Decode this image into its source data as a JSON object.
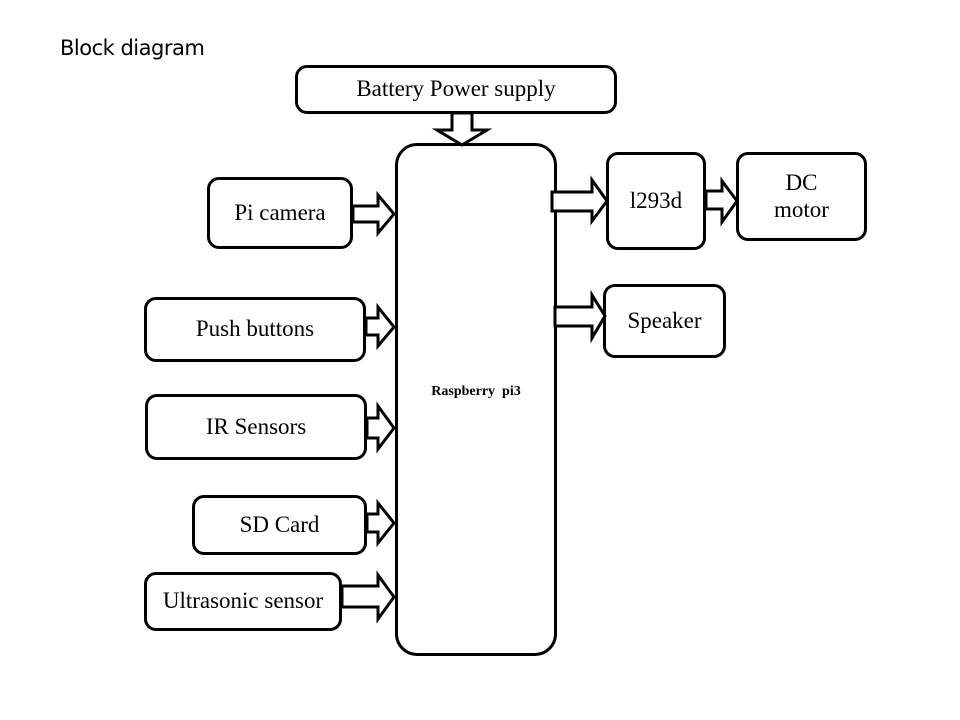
{
  "title": "Block diagram",
  "blocks": {
    "power": "Battery Power supply",
    "pi_camera": "Pi camera",
    "push_buttons": "Push buttons",
    "ir_sensors": "IR Sensors",
    "sd_card": "SD Card",
    "ultrasonic": "Ultrasonic sensor",
    "raspberry": "Raspberry  pi3",
    "driver": "l293d",
    "motor_line1": "DC",
    "motor_line2": "motor",
    "speaker": "Speaker"
  },
  "connections": [
    {
      "from": "Battery Power supply",
      "to": "Raspberry pi3"
    },
    {
      "from": "Pi camera",
      "to": "Raspberry pi3"
    },
    {
      "from": "Push buttons",
      "to": "Raspberry pi3"
    },
    {
      "from": "IR Sensors",
      "to": "Raspberry pi3"
    },
    {
      "from": "SD Card",
      "to": "Raspberry pi3"
    },
    {
      "from": "Ultrasonic sensor",
      "to": "Raspberry pi3"
    },
    {
      "from": "Raspberry pi3",
      "to": "l293d"
    },
    {
      "from": "l293d",
      "to": "DC motor"
    },
    {
      "from": "Raspberry pi3",
      "to": "Speaker"
    }
  ]
}
